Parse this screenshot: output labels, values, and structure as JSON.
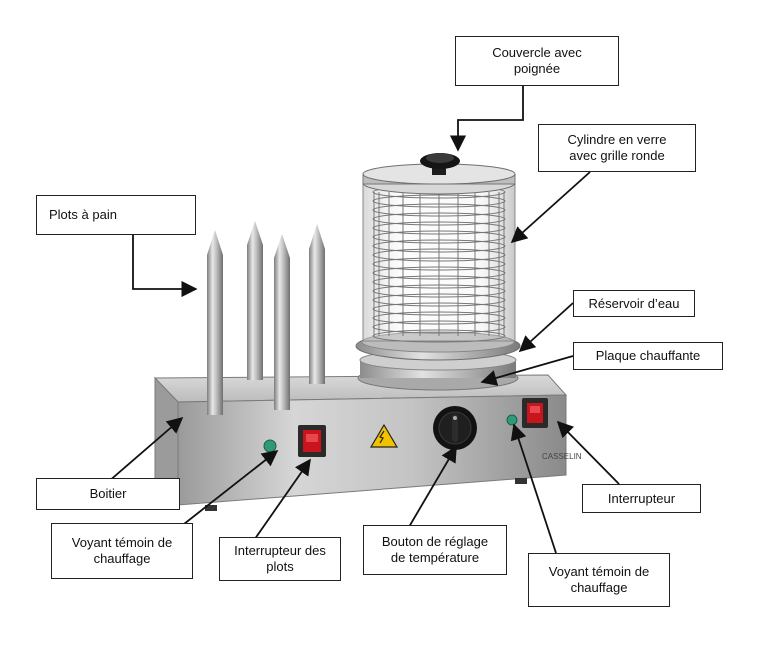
{
  "labels": {
    "couvercle": "Couvercle avec\npoignée",
    "cylindre": "Cylindre en verre\navec grille ronde",
    "plots": "Plots à pain",
    "reservoir": "Réservoir d’eau",
    "plaque": "Plaque chauffante",
    "boitier": "Boitier",
    "interrupteur": "Interrupteur",
    "voyant_gauche": "Voyant témoin de\nchauffage",
    "interrupteur_plots": "Interrupteur des\nplots",
    "bouton": "Bouton de réglage\nde température",
    "voyant_droit": "Voyant témoin de\nchauffage"
  },
  "brand": "CASSELIN",
  "colors": {
    "steel": "#c9c9c9",
    "steel_dark": "#8e8e8e",
    "switch_red": "#c8141c",
    "indicator_green": "#2f9a7a",
    "warning_yellow": "#f2c200"
  }
}
